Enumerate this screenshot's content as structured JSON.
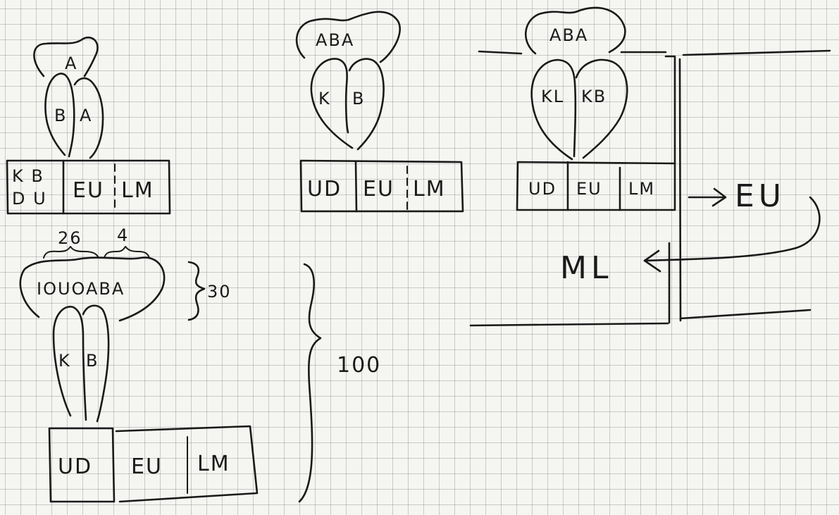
{
  "diagram_1": {
    "top_label": "A",
    "lobe_left": "B",
    "lobe_right": "A",
    "box_left_line1": "K B",
    "box_left_line2": "D U",
    "box_mid": "EU",
    "box_right": "LM"
  },
  "diagram_2": {
    "top_label": "ABA",
    "lobe_left": "K",
    "lobe_right": "B",
    "box_left": "UD",
    "box_mid": "EU",
    "box_right": "LM"
  },
  "diagram_3": {
    "top_label": "ABA",
    "lobe_left": "KL",
    "lobe_right": "KB",
    "box_left": "UD",
    "box_mid": "EU",
    "box_right": "LM",
    "arrow_target": "EU",
    "bottom_label": "ML"
  },
  "diagram_4": {
    "count_left": "26",
    "count_right": "4",
    "top_label": "IOUOABA",
    "brace_value": "30",
    "lobe_left": "K",
    "lobe_right": "B",
    "box_left": "UD",
    "box_mid": "EU",
    "box_right": "LM",
    "total_value": "100"
  }
}
